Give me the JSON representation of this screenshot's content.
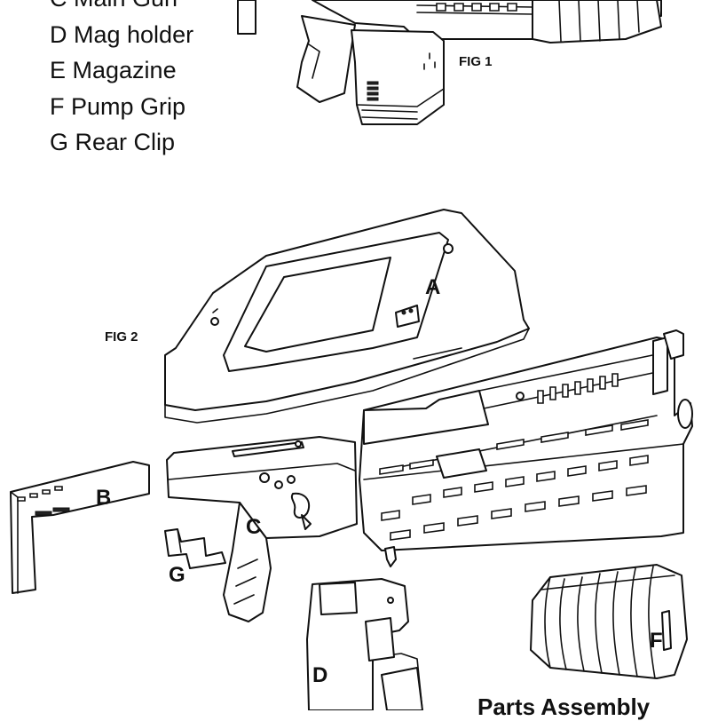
{
  "legend": [
    "C Main Gun",
    "D Mag holder",
    "E Magazine",
    "F Pump Grip",
    "G Rear Clip"
  ],
  "figures": {
    "fig1": "FIG 1",
    "fig2": "FIG 2"
  },
  "parts": {
    "a": "A",
    "b": "B",
    "c": "C",
    "d": "D",
    "f": "F",
    "g": "G"
  },
  "footer": "Parts Assembly"
}
